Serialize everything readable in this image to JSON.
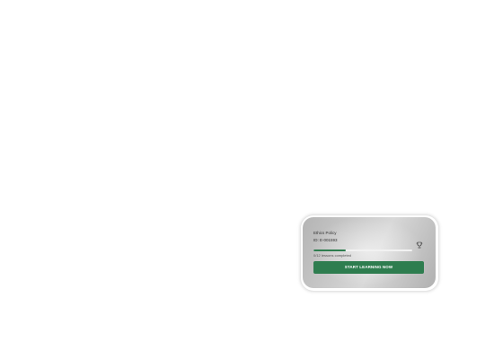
{
  "course_card": {
    "title": "Ethics Policy",
    "course_id": "ID: E-001593",
    "progress_fraction": 0.33,
    "lessons_completed": "0/12 lessons completed",
    "cta_label": "START LEARNING NOW",
    "trophy_icon": "trophy-icon",
    "accent_color": "#2e7d4f"
  }
}
